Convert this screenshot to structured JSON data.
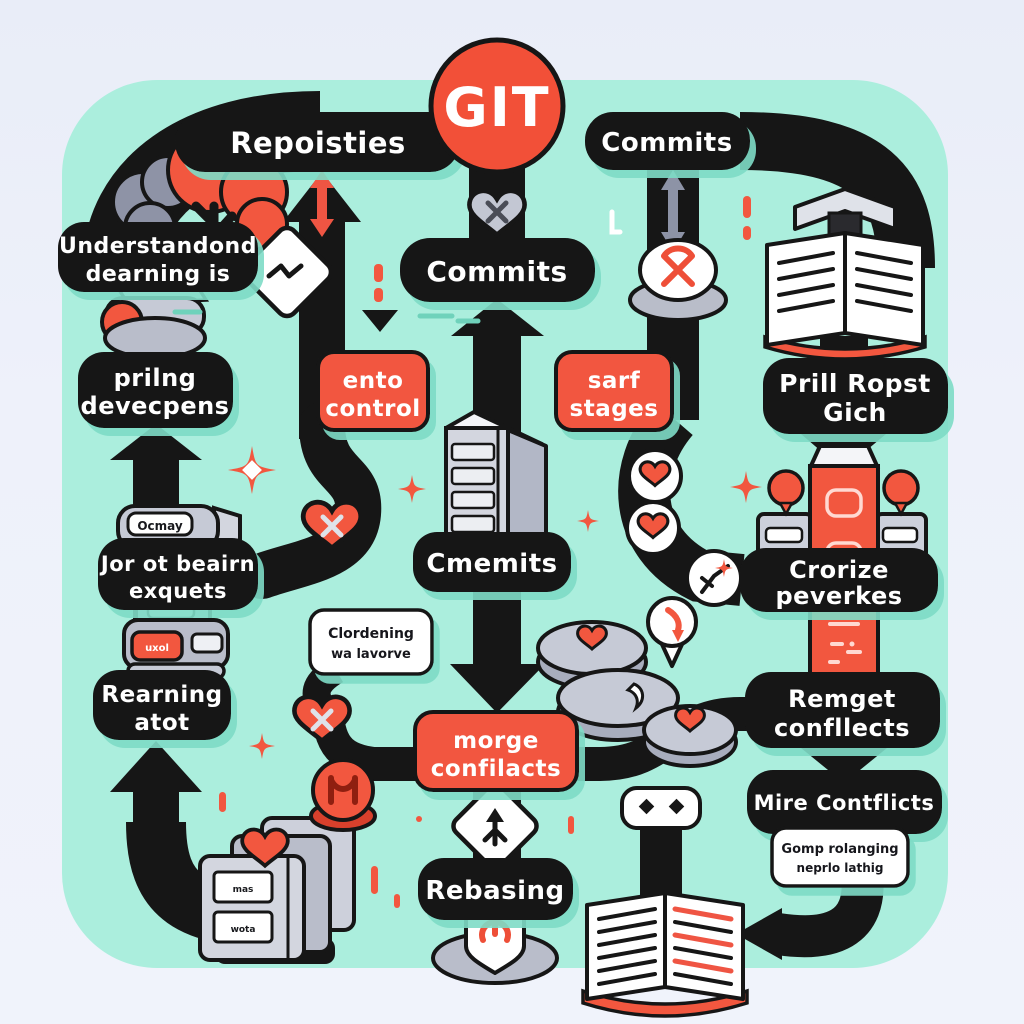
{
  "title": {
    "badge": "GIT"
  },
  "palette": {
    "outer_bg": "#edf0fa",
    "panel_bg": "#abeedd",
    "ink": "#161616",
    "accent": "#f2573f",
    "icon_gray": "#c3c7d3",
    "shadow": "#7edcc6",
    "white": "#ffffff"
  },
  "nodes": {
    "repositories": {
      "label": "Repoisties"
    },
    "commits_top": {
      "label": "Commits"
    },
    "commits_mid": {
      "label": "Commits"
    },
    "understanding": {
      "line1": "Understandond",
      "line2": "dearning is"
    },
    "pulling": {
      "line1": "prilng",
      "line2": "devecpens"
    },
    "branch_requests": {
      "line1": "Jor ot beairn",
      "line2": "exquets"
    },
    "learning": {
      "line1": "Rearning",
      "line2": "atot"
    },
    "commits_lower": {
      "label": "Cmemits"
    },
    "rebasing": {
      "label": "Rebasing"
    },
    "pull_requests": {
      "line1": "Prill Ropst",
      "line2": "Gich"
    },
    "create_branches": {
      "line1": "Crorize",
      "line2": "peverkes"
    },
    "remote_conflicts": {
      "line1": "Remget",
      "line2": "confllects"
    },
    "more_conflicts": {
      "label": "Mire Contflicts"
    },
    "version_control": {
      "line1": "ento",
      "line2": "control"
    },
    "staging": {
      "line1": "sarf",
      "line2": "stages"
    },
    "merge_conflicts": {
      "line1": "morge",
      "line2": "confilacts"
    }
  },
  "callouts": {
    "cloning": {
      "line1": "Clordening",
      "line2": "wa lavorve"
    },
    "comparing": {
      "line1": "Gomp rolanging",
      "line2": "neprlo lathig"
    }
  },
  "icon_text": {
    "wallet_tag": "Ocmay",
    "camera_tag": "uxol",
    "drawer_top": "mas",
    "drawer_bottom": "wota"
  }
}
